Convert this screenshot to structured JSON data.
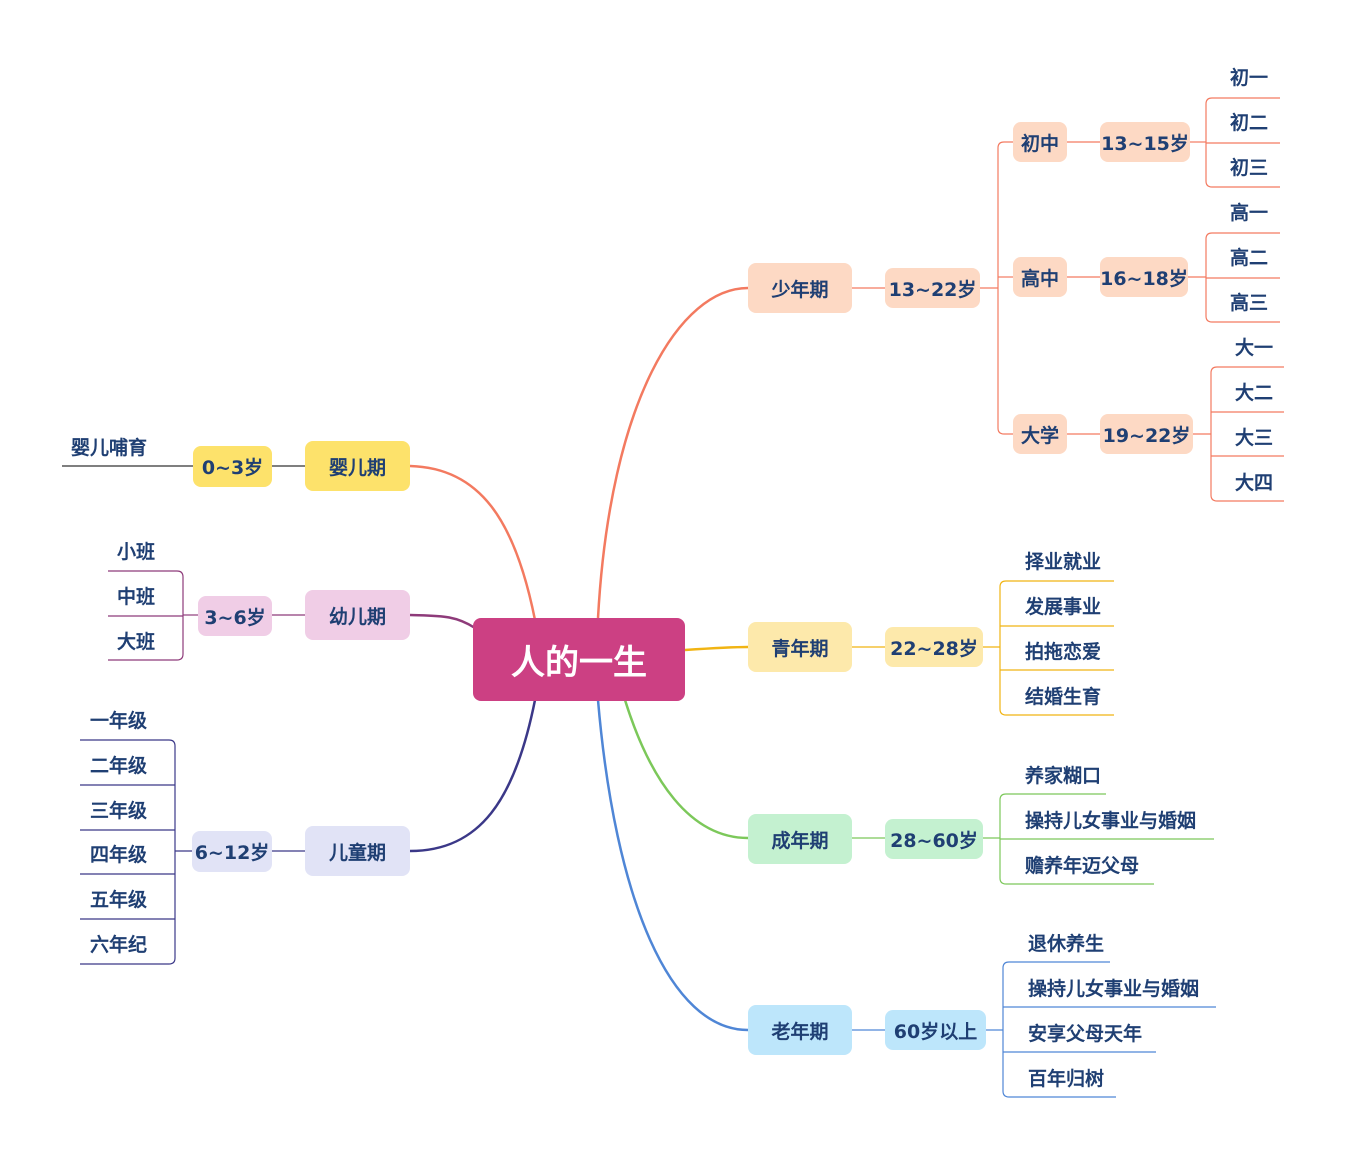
{
  "root": {
    "label": "人的一生",
    "color": "#cc4083"
  },
  "branches": {
    "infant": {
      "label": "婴儿期",
      "age": "0~3岁",
      "color": "#fde26b",
      "line": "#f08060",
      "items": [
        "婴儿哺育"
      ]
    },
    "toddler": {
      "label": "幼儿期",
      "age": "3~6岁",
      "color": "#f0cde6",
      "line": "#8e3b7a",
      "items": [
        "小班",
        "中班",
        "大班"
      ]
    },
    "child": {
      "label": "儿童期",
      "age": "6~12岁",
      "color": "#e1e3f6",
      "line": "#3b3888",
      "items": [
        "一年级",
        "二年级",
        "三年级",
        "四年级",
        "五年级",
        "六年纪"
      ]
    },
    "teen": {
      "label": "少年期",
      "age": "13~22岁",
      "color": "#fdd9c4",
      "line": "#f37a60",
      "schools": [
        {
          "label": "初中",
          "age": "13~15岁",
          "items": [
            "初一",
            "初二",
            "初三"
          ]
        },
        {
          "label": "高中",
          "age": "16~18岁",
          "items": [
            "高一",
            "高二",
            "高三"
          ]
        },
        {
          "label": "大学",
          "age": "19~22岁",
          "items": [
            "大一",
            "大二",
            "大三",
            "大四"
          ]
        }
      ]
    },
    "youth": {
      "label": "青年期",
      "age": "22~28岁",
      "color": "#fde9ab",
      "line": "#f1b413",
      "items": [
        "择业就业",
        "发展事业",
        "拍拖恋爱",
        "结婚生育"
      ]
    },
    "adult": {
      "label": "成年期",
      "age": "28~60岁",
      "color": "#c4f1d0",
      "line": "#7cc85a",
      "items": [
        "养家糊口",
        "操持儿女事业与婚姻",
        "赡养年迈父母"
      ]
    },
    "elder": {
      "label": "老年期",
      "age": "60岁以上",
      "color": "#bde6fb",
      "line": "#4f86d6",
      "items": [
        "退休养生",
        "操持儿女事业与婚姻",
        "安享父母天年",
        "百年归树"
      ]
    }
  }
}
